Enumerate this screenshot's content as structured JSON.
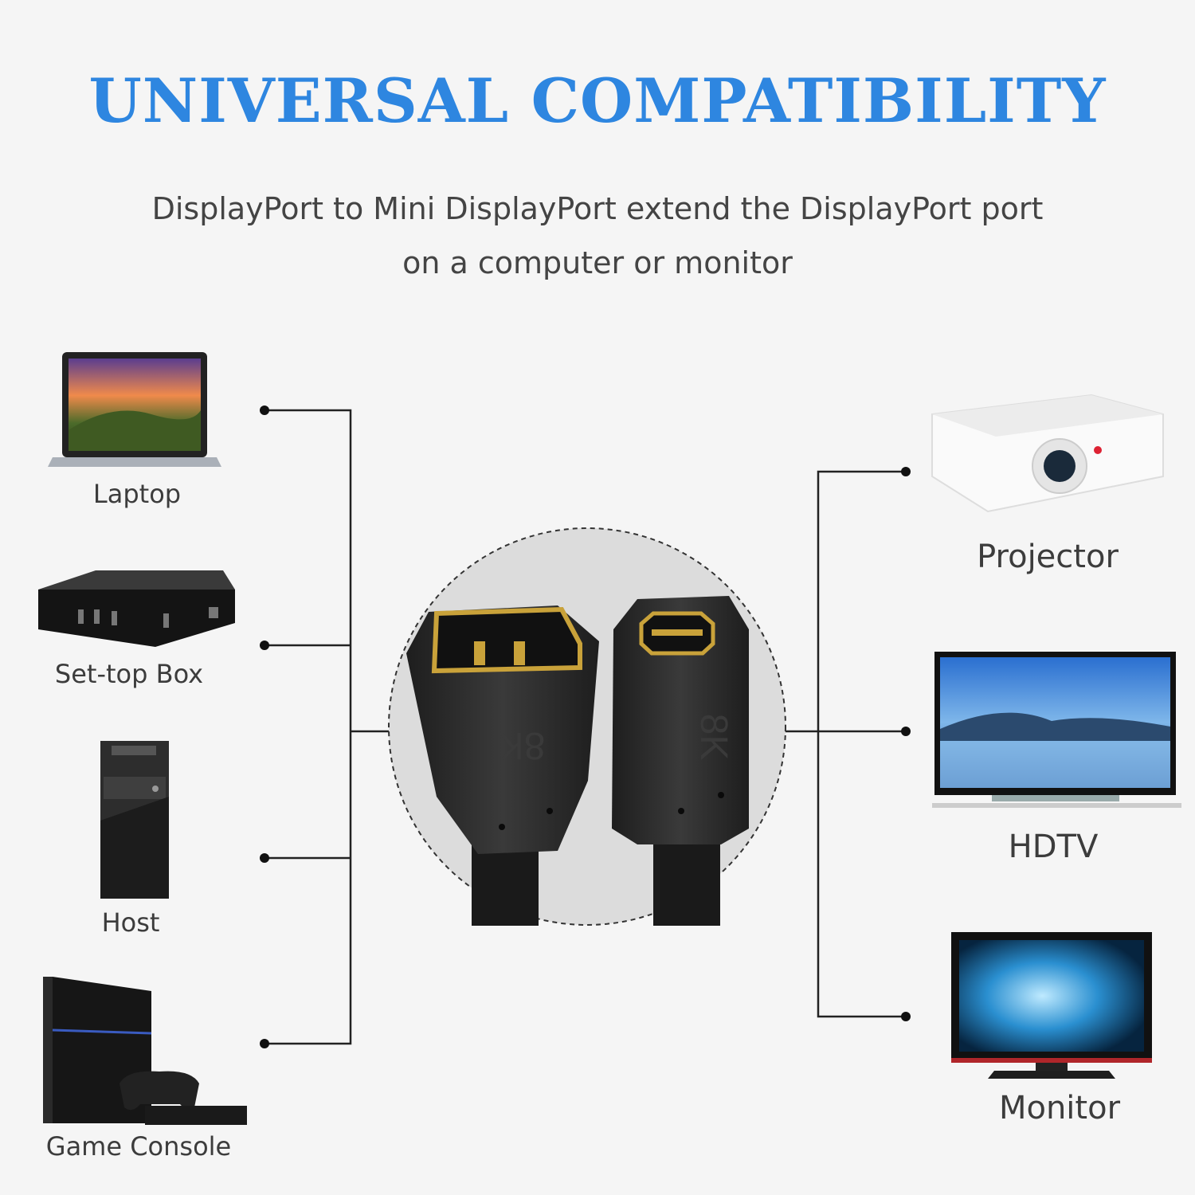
{
  "header": {
    "title": "UNIVERSAL COMPATIBILITY",
    "subtitle_line1": "DisplayPort to Mini DisplayPort extend the DisplayPort port",
    "subtitle_line2": "on a computer or monitor"
  },
  "left_devices": [
    {
      "label": "Laptop",
      "icon": "laptop-icon"
    },
    {
      "label": "Set-top Box",
      "icon": "set-top-box-icon"
    },
    {
      "label": "Host",
      "icon": "desktop-tower-icon"
    },
    {
      "label": "Game Console",
      "icon": "game-console-icon"
    }
  ],
  "right_devices": [
    {
      "label": "Projector",
      "icon": "projector-icon"
    },
    {
      "label": "HDTV",
      "icon": "hdtv-icon"
    },
    {
      "label": "Monitor",
      "icon": "monitor-icon"
    }
  ],
  "connector": {
    "left_badge": "8K",
    "right_badge": "8K"
  },
  "colors": {
    "title": "#2e86e0",
    "background": "#f5f5f5",
    "connector": "#2b2b2b",
    "gold": "#c9a23a"
  }
}
